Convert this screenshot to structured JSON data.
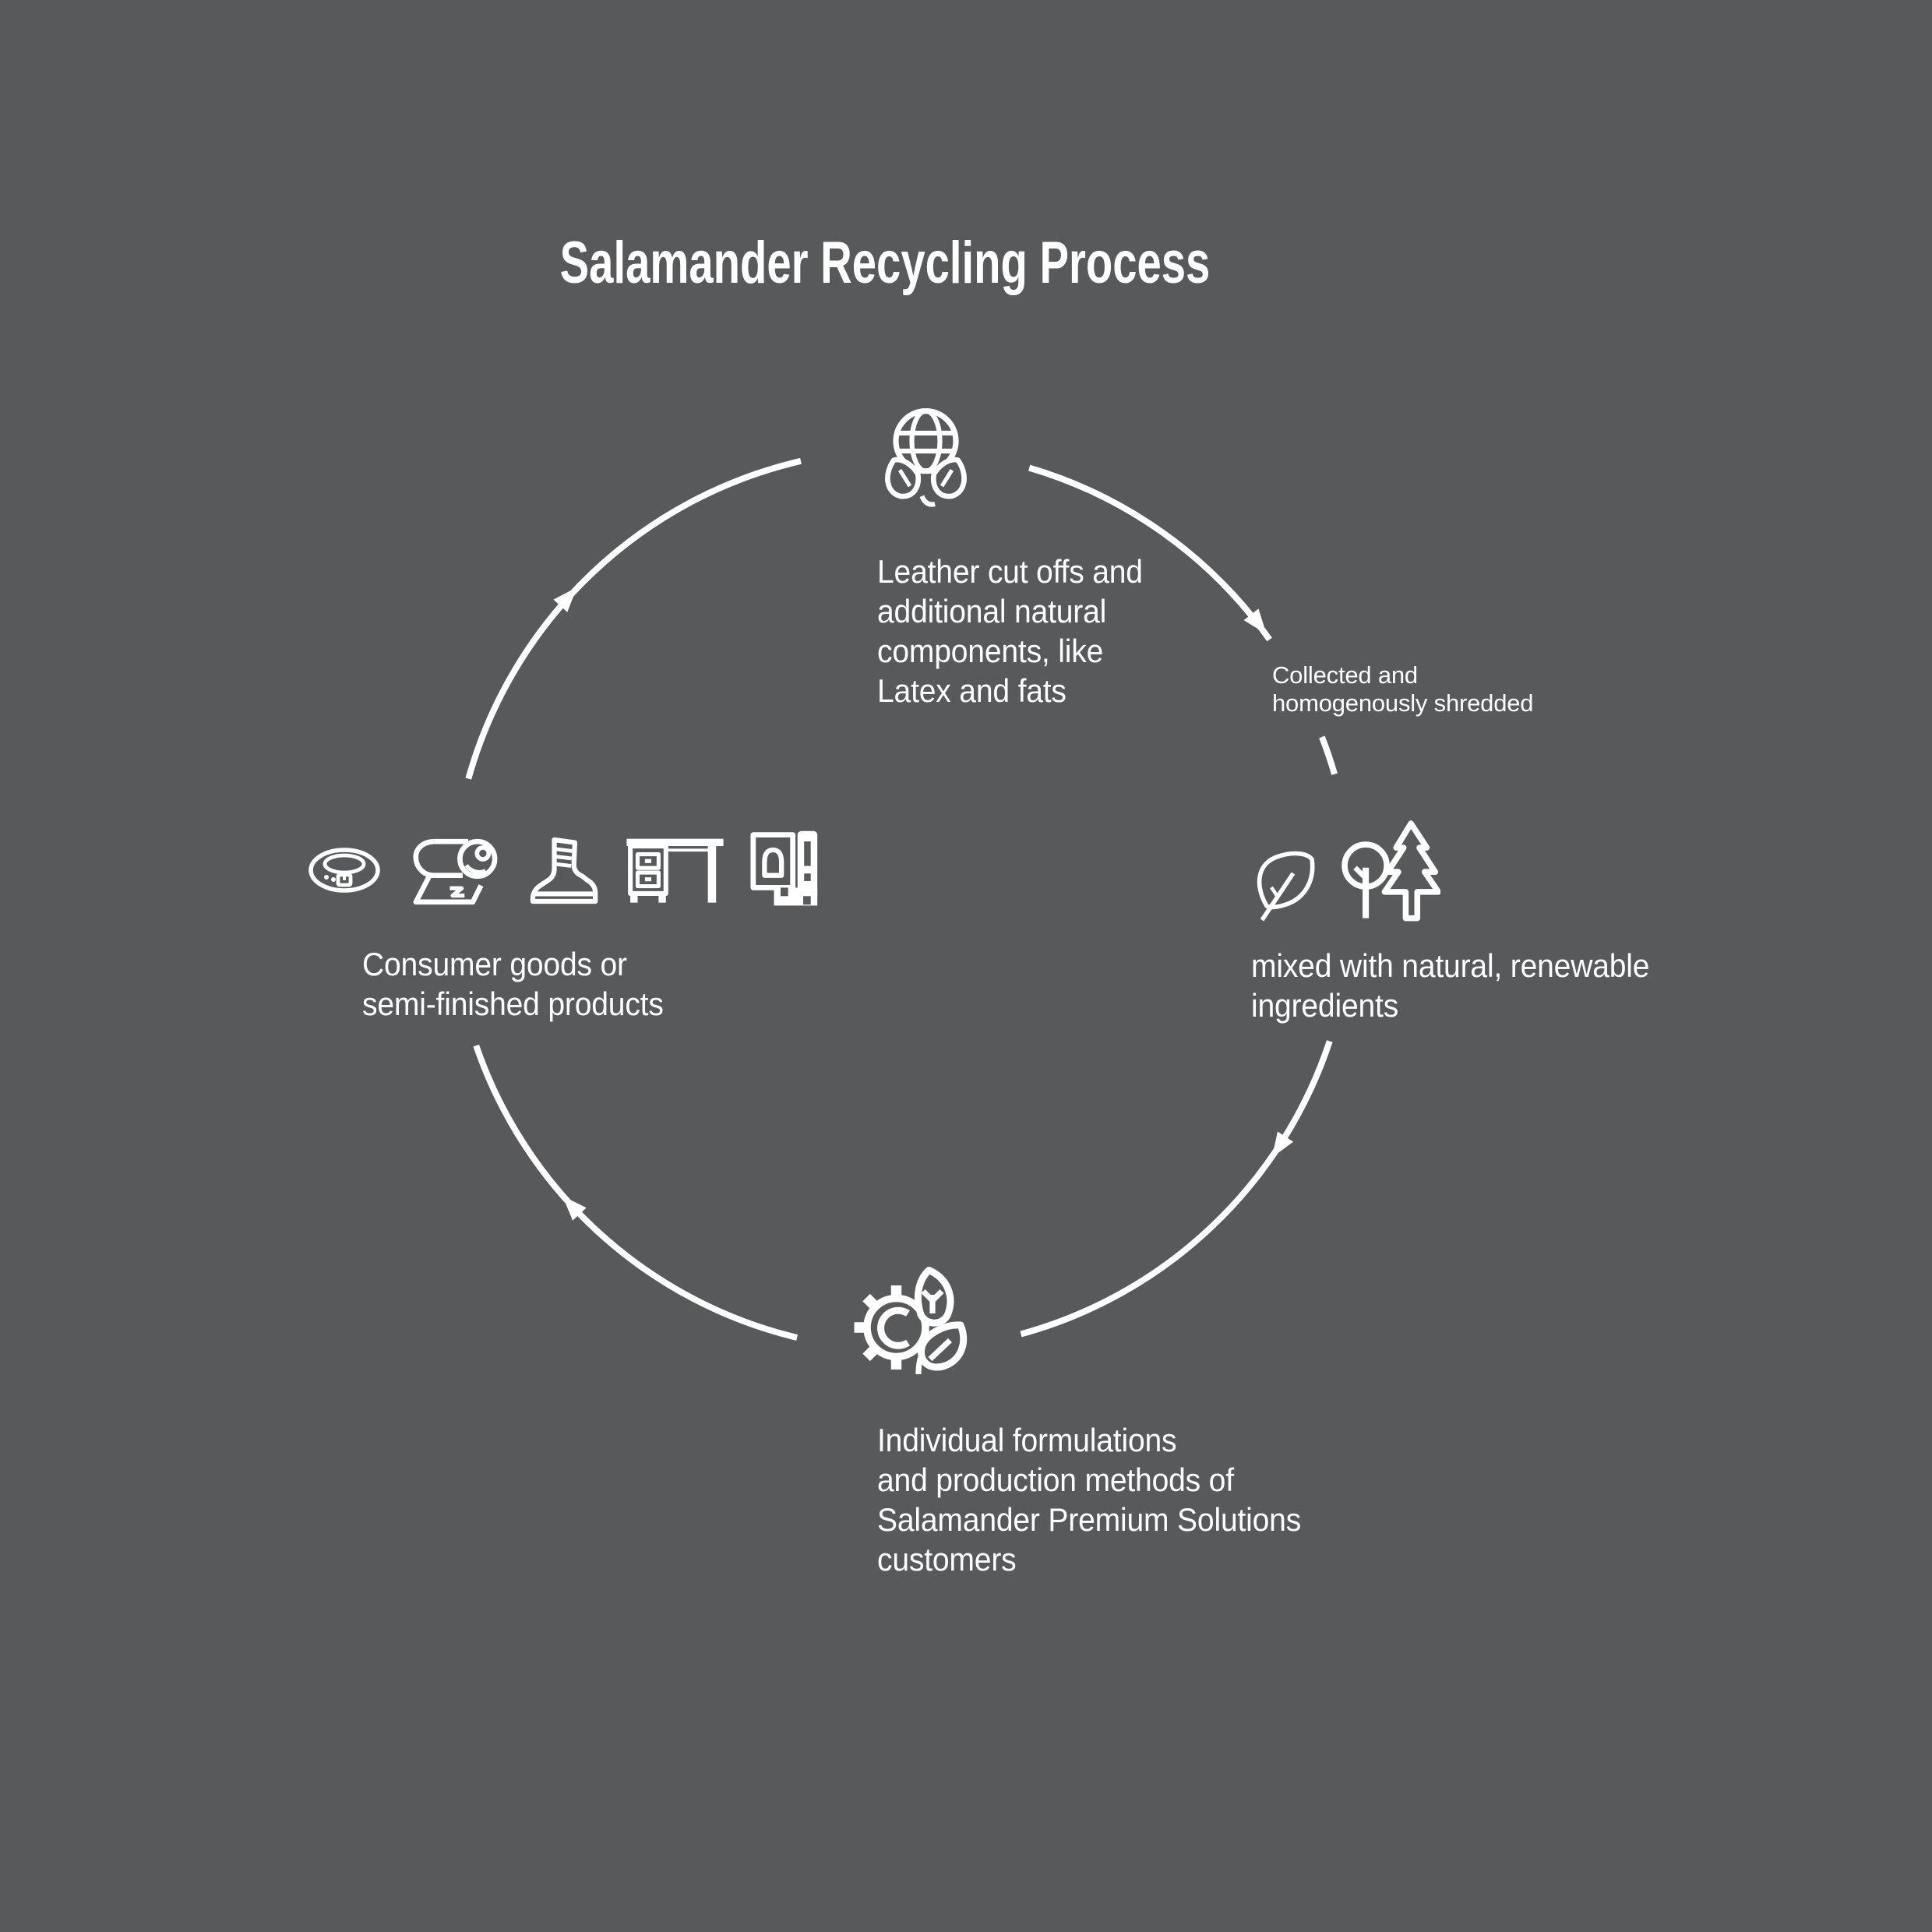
{
  "title": "Salamander Recycling Process",
  "colors": {
    "background": "#58595B",
    "foreground": "#FFFFFF"
  },
  "cycle": {
    "direction": "clockwise",
    "stages": [
      {
        "id": "raw-materials",
        "position": "top",
        "icons": [
          "globe-leaves-icon"
        ],
        "text": "Leather cut offs and\nadditional natural\ncomponents, like\nLatex and fats"
      },
      {
        "id": "collection-shredding",
        "position": "upper-right",
        "icons": [],
        "text": "Collected and\nhomogenously shredded"
      },
      {
        "id": "mixing",
        "position": "right",
        "icons": [
          "leaf-icon",
          "trees-icon"
        ],
        "text": "mixed with natural, renewable\ningredients"
      },
      {
        "id": "production",
        "position": "bottom",
        "icons": [
          "gear-leaf-icon"
        ],
        "text": "Individual formulations\nand production methods of\nSalamander Premium Solutions\ncustomers"
      },
      {
        "id": "products",
        "position": "left",
        "icons": [
          "belt-icon",
          "leather-roll-icon",
          "boot-icon",
          "desk-icon",
          "bag-icon"
        ],
        "text": "Consumer goods or\nsemi-finished products"
      }
    ]
  }
}
